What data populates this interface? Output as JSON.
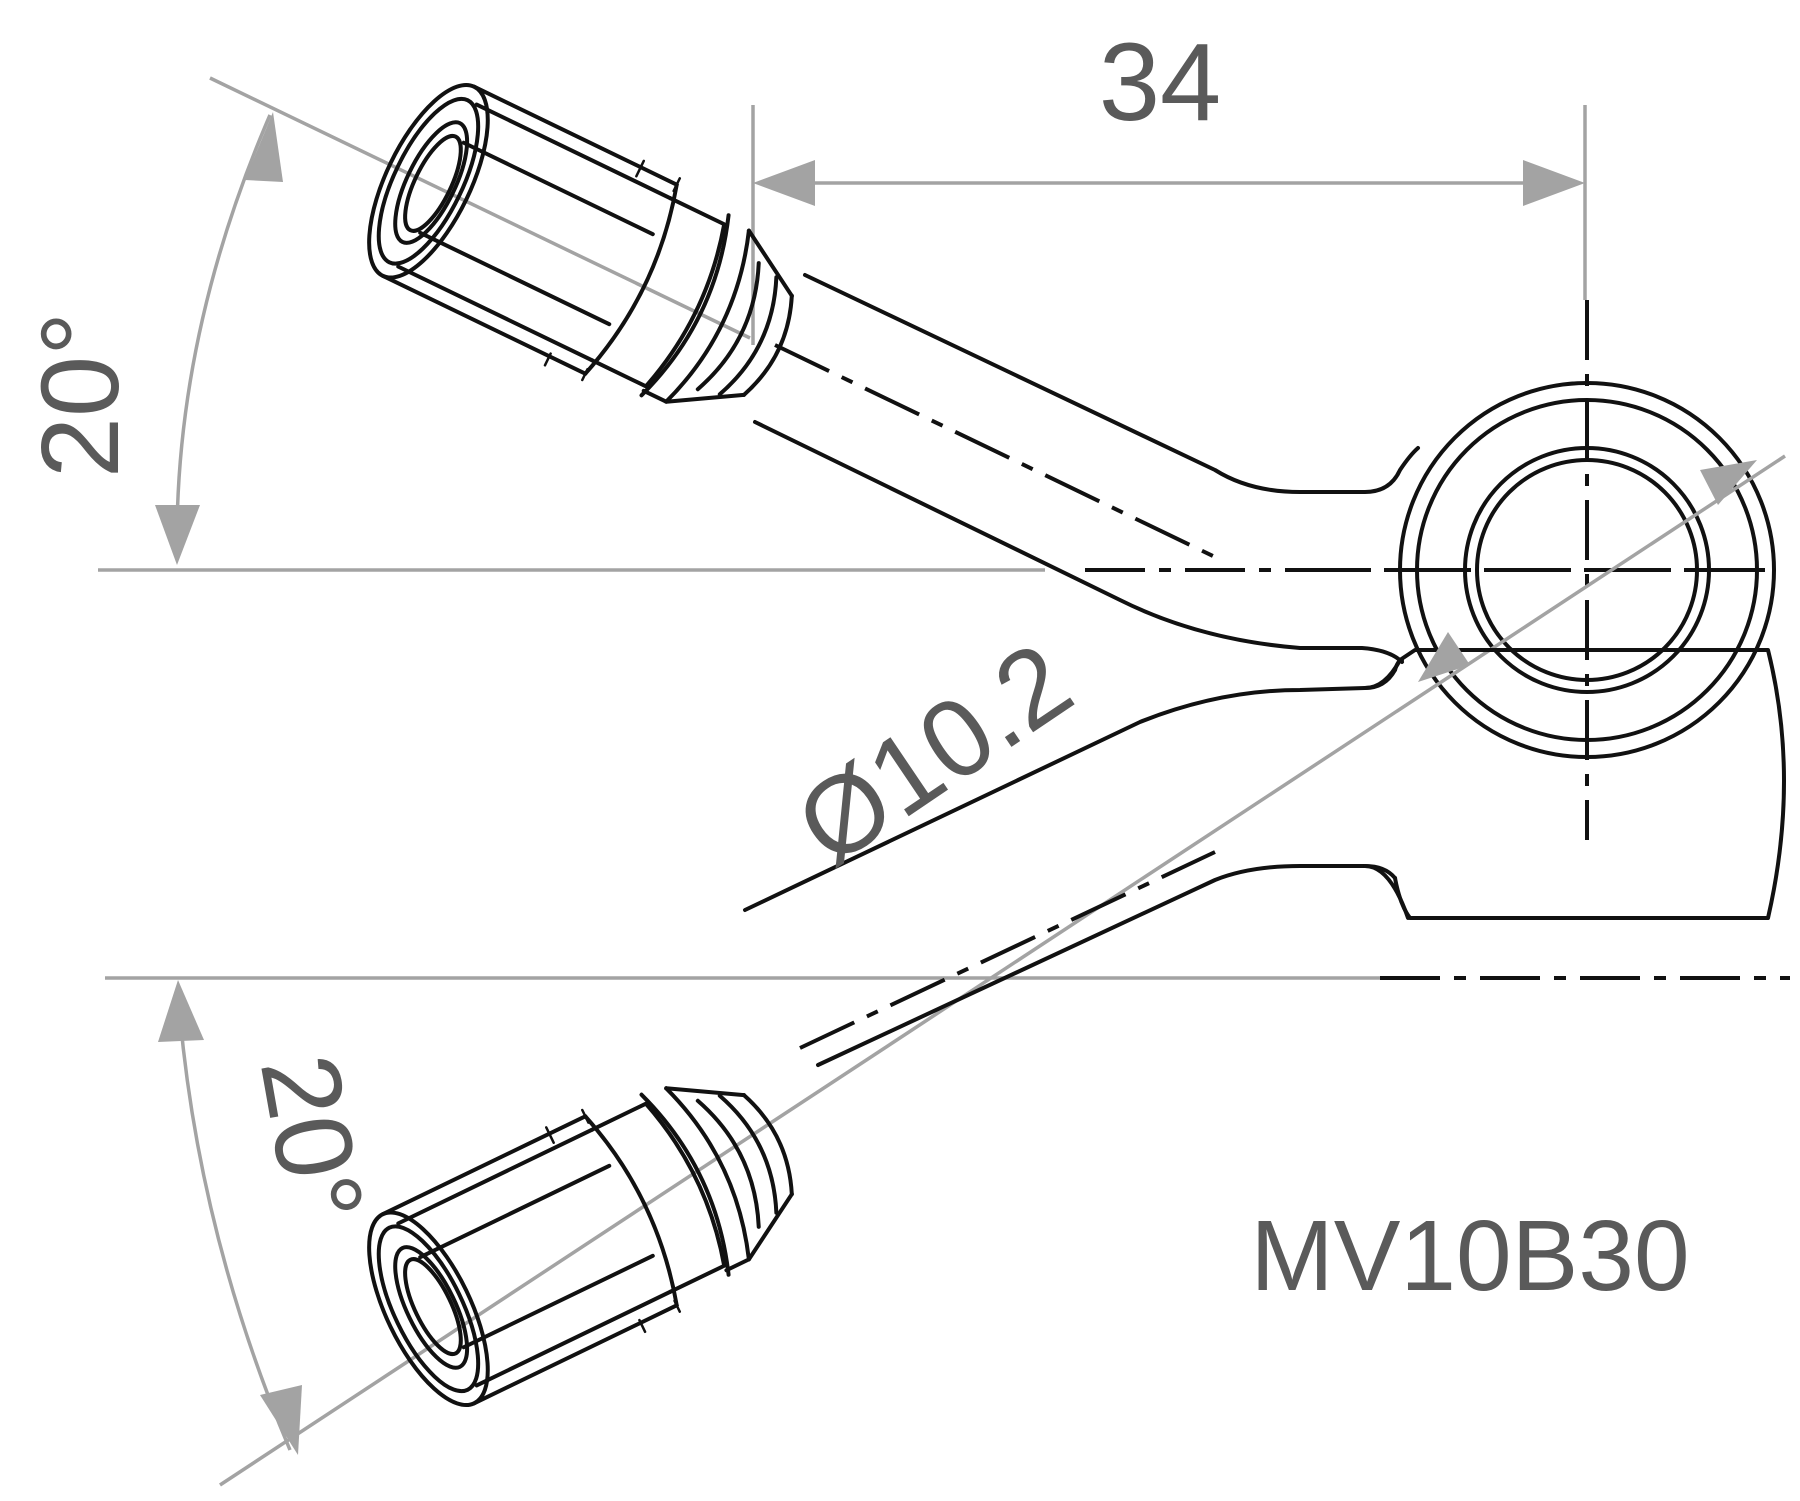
{
  "labels": {
    "length": "34",
    "angle_top": "20°",
    "angle_bottom": "20°",
    "diameter": "Ø10.2",
    "part_number": "MV10B30"
  },
  "colors": {
    "line": "#111111",
    "dimension": "#a3a3a3",
    "text": "#5a5a5a",
    "background": "#ffffff"
  }
}
